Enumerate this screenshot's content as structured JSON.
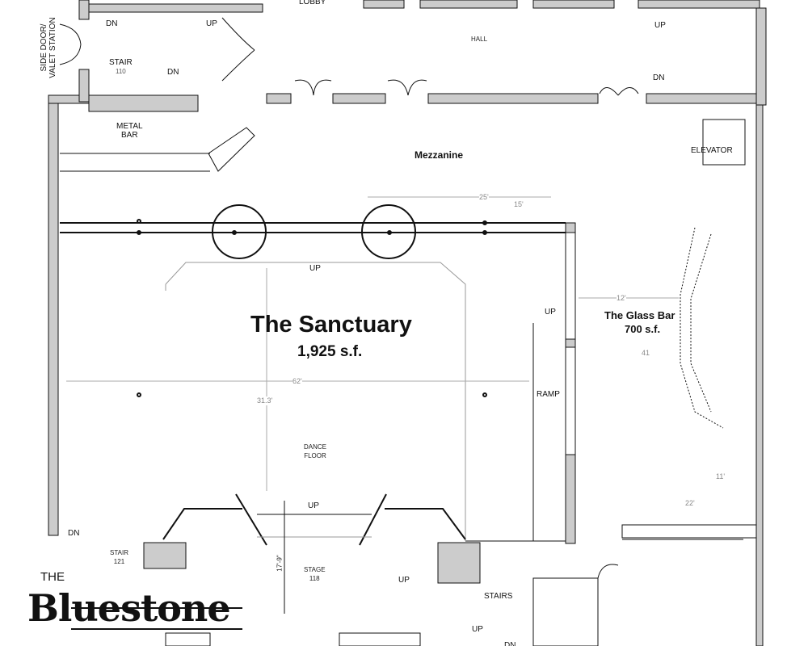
{
  "rooms": {
    "lobby": "LOBBY",
    "hall": "HALL",
    "side_door": [
      "SIDE DOOR/",
      "VALET STATION"
    ],
    "stair_110": {
      "name": "STAIR",
      "number": "110"
    },
    "metal_bar": [
      "METAL",
      "BAR"
    ],
    "mezzanine": "Mezzanine",
    "elevator": "ELEVATOR",
    "sanctuary": {
      "name": "The Sanctuary",
      "area": "1,925 s.f."
    },
    "glass_bar": {
      "name": "The Glass Bar",
      "area": "700 s.f."
    },
    "dance_floor": [
      "DANCE",
      "FLOOR"
    ],
    "ramp": "RAMP",
    "stair_121": {
      "name": "STAIR",
      "number": "121"
    },
    "stage": {
      "name": "STAGE",
      "number": "118"
    },
    "stairs": "STAIRS"
  },
  "direction_labels": {
    "dn": "DN",
    "up": "UP"
  },
  "dimensions": {
    "mezz_width": "25'",
    "mezz_depth": "15'",
    "glass_bar_width": "12'",
    "glass_bar_length": "41",
    "sanctuary_width": "62'",
    "sanctuary_depth": "31.3'",
    "glass_bar_lower_depth": "11'",
    "glass_bar_lower_width": "22'",
    "stage_depth": "17'-9\""
  },
  "logo": {
    "prefix": "THE",
    "name": "Bluestone"
  }
}
